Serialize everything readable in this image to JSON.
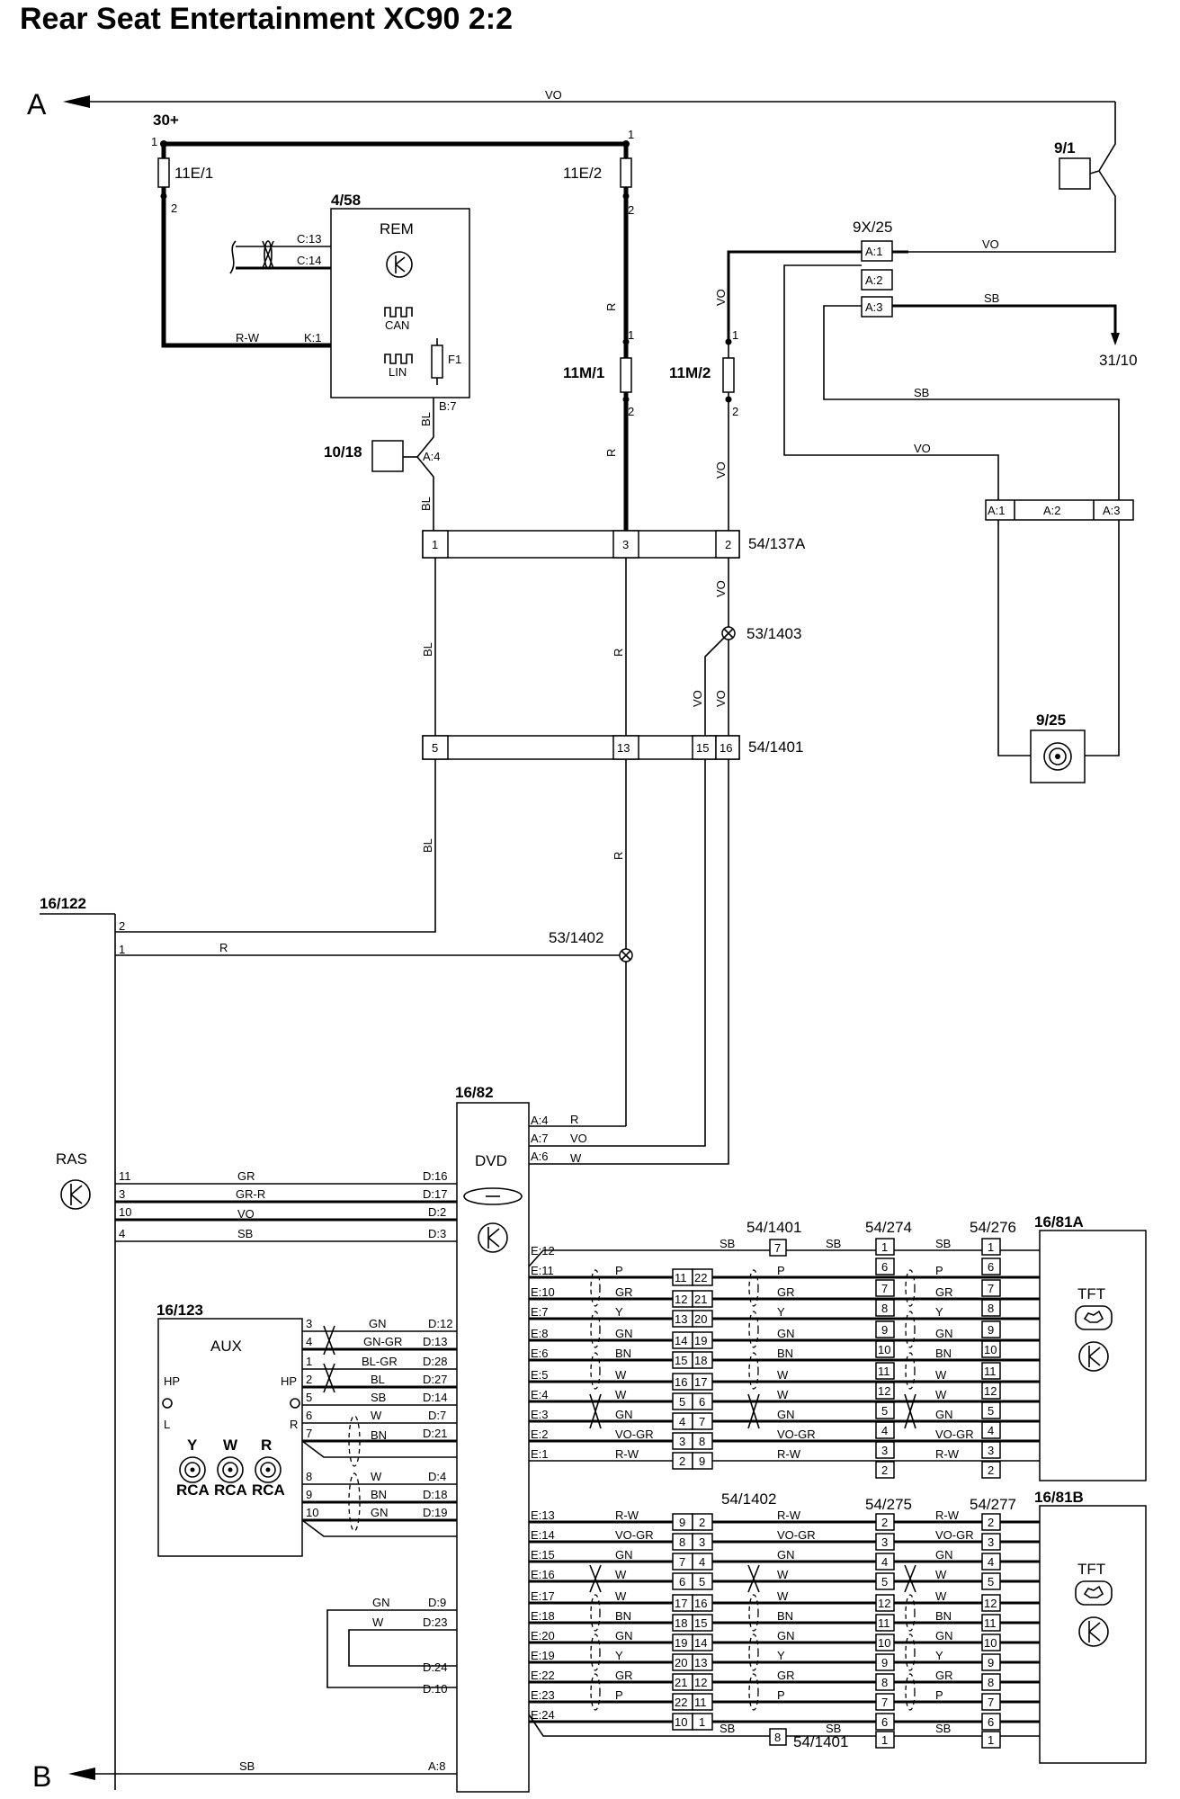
{
  "title": "Rear Seat Entertainment XC90 2:2",
  "connectors": {
    "a": "A",
    "b": "B",
    "ground": "31/10"
  },
  "components": {
    "supply": "30+",
    "fuse_11e1": "11E/1",
    "fuse_11e2": "11E/2",
    "fuse_11m1": "11M/1",
    "fuse_11m2": "11M/2",
    "rem_id": "4/58",
    "rem": "REM",
    "can": "CAN",
    "lin": "LIN",
    "f1": "F1",
    "ground_10_18": "10/18",
    "relay_9_1": "9/1",
    "conn_9x25": "9X/25",
    "antenna_9_25": "9/25",
    "splice_53_1403": "53/1403",
    "splice_53_1402": "53/1402",
    "conn_54_137a": "54/137A",
    "conn_54_1401": "54/1401",
    "ras_id": "16/122",
    "ras": "RAS",
    "dvd_id": "16/82",
    "dvd": "DVD",
    "aux_id": "16/123",
    "aux": "AUX",
    "hp": "HP",
    "l": "L",
    "r": "R",
    "rca_y": "Y",
    "rca_w": "W",
    "rca_r": "R",
    "rca": "RCA",
    "conn_54_1402": "54/1402",
    "conn_54_274": "54/274",
    "conn_54_276": "54/276",
    "conn_54_275": "54/275",
    "conn_54_277": "54/277",
    "tft_a_id": "16/81A",
    "tft_b_id": "16/81B",
    "tft": "TFT"
  },
  "pins": {
    "p1": "1",
    "p2": "2",
    "p3": "3",
    "p4": "4",
    "p5": "5",
    "p6": "6",
    "p7": "7",
    "p8": "8",
    "p9": "9",
    "p10": "10",
    "p11": "11",
    "p12": "12",
    "p13": "13",
    "p14": "14",
    "p15": "15",
    "p16": "16",
    "p17": "17",
    "p18": "18",
    "p19": "19",
    "p20": "20",
    "p21": "21",
    "p22": "22",
    "c13": "C:13",
    "c14": "C:14",
    "k1": "K:1",
    "b7": "B:7",
    "a4": "A:4",
    "a1": "A:1",
    "a2": "A:2",
    "a3": "A:3",
    "d16": "D:16",
    "d17": "D:17",
    "d2": "D:2",
    "d3": "D:3",
    "d12": "D:12",
    "d13": "D:13",
    "d28": "D:28",
    "d27": "D:27",
    "d14": "D:14",
    "d7": "D:7",
    "d21": "D:21",
    "d4": "D:4",
    "d18": "D:18",
    "d19": "D:19",
    "d9": "D:9",
    "d23": "D:23",
    "d24": "D:24",
    "d10": "D:10",
    "a7": "A:7",
    "a6": "A:6",
    "a8": "A:8",
    "e12": "E:12",
    "e11": "E:11",
    "e10": "E:10",
    "e7": "E:7",
    "e8": "E:8",
    "e6": "E:6",
    "e5": "E:5",
    "e4": "E:4",
    "e3": "E:3",
    "e2": "E:2",
    "e1": "E:1",
    "e13": "E:13",
    "e14": "E:14",
    "e15": "E:15",
    "e16": "E:16",
    "e17": "E:17",
    "e18": "E:18",
    "e20": "E:20",
    "e19": "E:19",
    "e22": "E:22",
    "e23": "E:23",
    "e24": "E:24"
  },
  "wires": {
    "vo": "VO",
    "r": "R",
    "rw": "R-W",
    "bl": "BL",
    "sb": "SB",
    "gr": "GR",
    "grr": "GR-R",
    "gn": "GN",
    "gngr": "GN-GR",
    "blgr": "BL-GR",
    "w": "W",
    "bn": "BN",
    "p": "P",
    "y": "Y",
    "vogr": "VO-GR"
  }
}
